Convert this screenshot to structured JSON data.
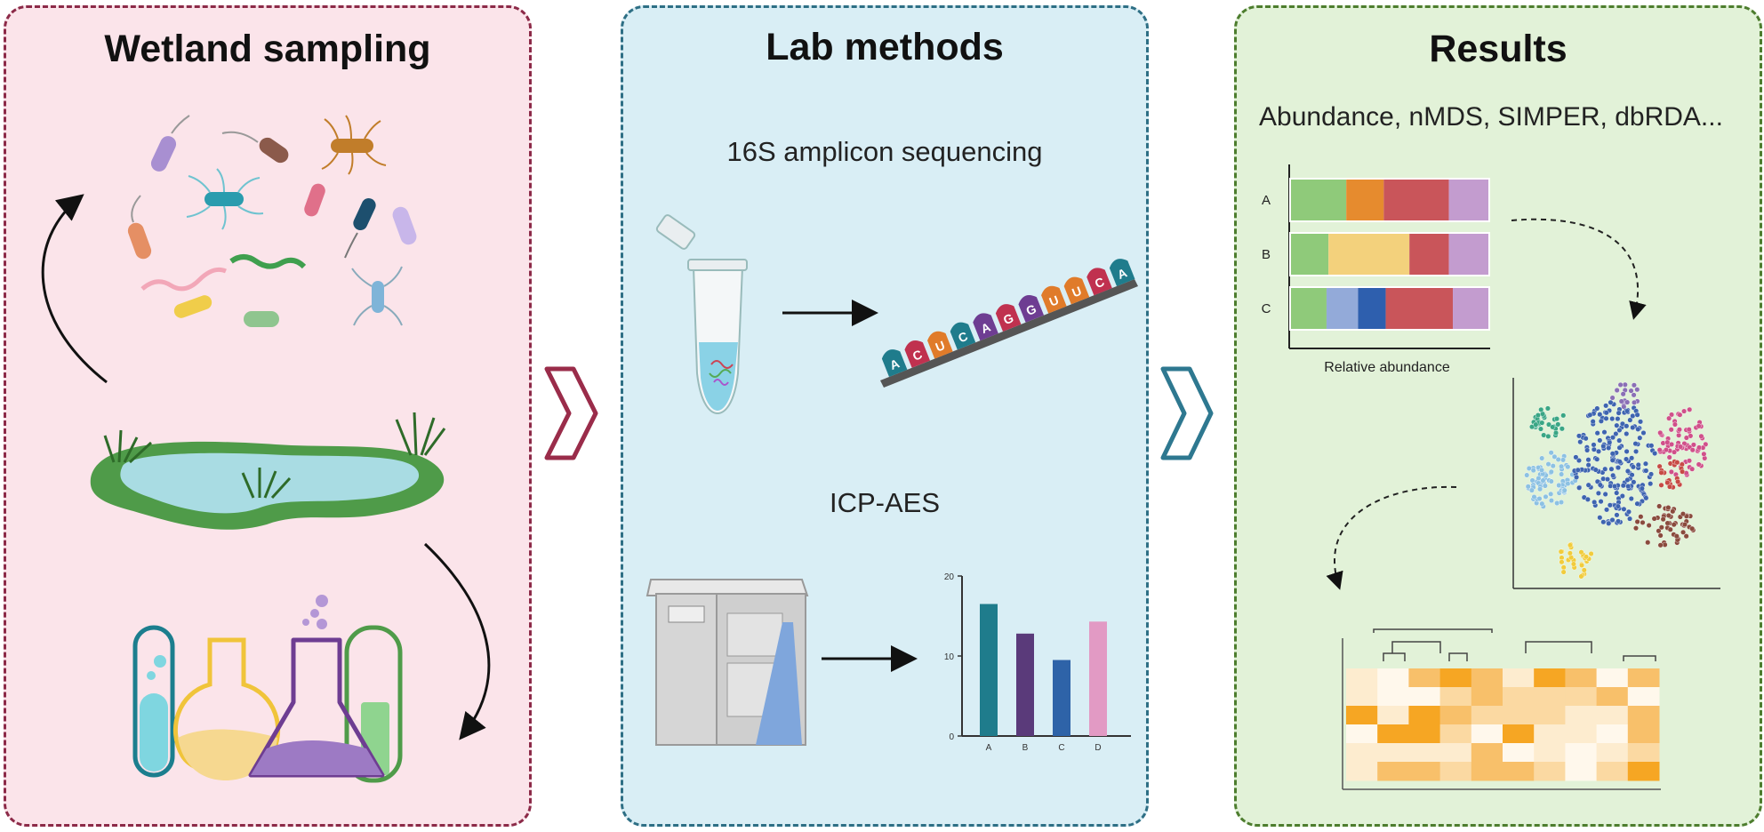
{
  "panels": {
    "sampling": {
      "title": "Wetland sampling"
    },
    "lab": {
      "title": "Lab methods",
      "sequencing_label": "16S amplicon sequencing",
      "icp_label": "ICP-AES",
      "sequence_letters": [
        "A",
        "C",
        "U",
        "C",
        "A",
        "G",
        "G",
        "U",
        "U",
        "C",
        "A"
      ],
      "bar_chart": {
        "categories": [
          "A",
          "B",
          "C",
          "D"
        ],
        "values": [
          16.5,
          12.8,
          9.5,
          14.3
        ],
        "ticks": [
          "0",
          "10",
          "20"
        ],
        "colors": [
          "#1f7c8c",
          "#5a3a7a",
          "#2e63a8",
          "#e29ac4"
        ]
      }
    },
    "results": {
      "title": "Results",
      "analyses_label": "Abundance, nMDS, SIMPER, dbRDA...",
      "stacked_chart": {
        "rows": [
          "A",
          "B",
          "C"
        ],
        "xlabel": "Relative abundance"
      }
    }
  },
  "colors": {
    "sampling_bg": "#fbe4ea",
    "lab_bg": "#d9eef5",
    "results_bg": "#e2f2d8"
  }
}
